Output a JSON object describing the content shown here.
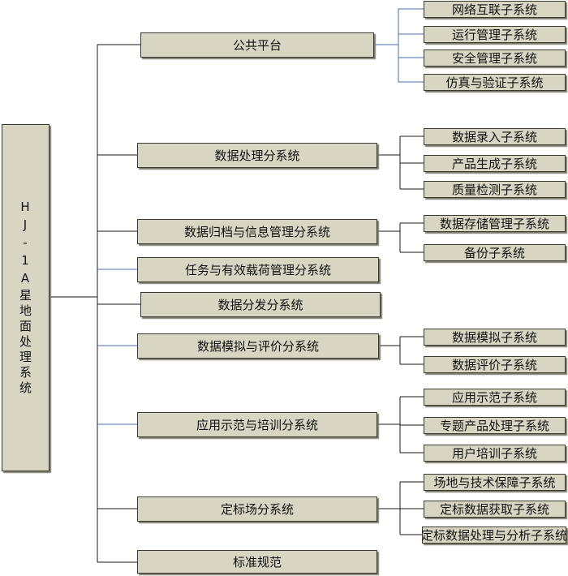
{
  "colors": {
    "box_fill": "#d8d6c2",
    "box_border": "#3a3a2e",
    "line": "#1a1a1a",
    "line_blue": "#4a6fb0"
  },
  "root": {
    "label": "HJ-1A星地面处理系统"
  },
  "subsystems": [
    {
      "label": "公共平台",
      "children": [
        "网络互联子系统",
        "运行管理子系统",
        "安全管理子系统",
        "仿真与验证子系统"
      ]
    },
    {
      "label": "数据处理分系统",
      "children": [
        "数据录入子系统",
        "产品生成子系统",
        "质量检测子系统"
      ]
    },
    {
      "label": "数据归档与信息管理分系统",
      "children": [
        "数据存储管理子系统",
        "备份子系统"
      ]
    },
    {
      "label": "任务与有效载荷管理分系统",
      "children": []
    },
    {
      "label": "数据分发分系统",
      "children": []
    },
    {
      "label": "数据模拟与评价分系统",
      "children": [
        "数据模拟子系统",
        "数据评价子系统"
      ]
    },
    {
      "label": "应用示范与培训分系统",
      "children": [
        "应用示范子系统",
        "专题产品处理子系统",
        "用户培训子系统"
      ]
    },
    {
      "label": "定标场分系统",
      "children": [
        "场地与技术保障子系统",
        "定标数据获取子系统",
        "定标数据处理与分析子系统"
      ]
    },
    {
      "label": "标准规范",
      "children": []
    }
  ]
}
